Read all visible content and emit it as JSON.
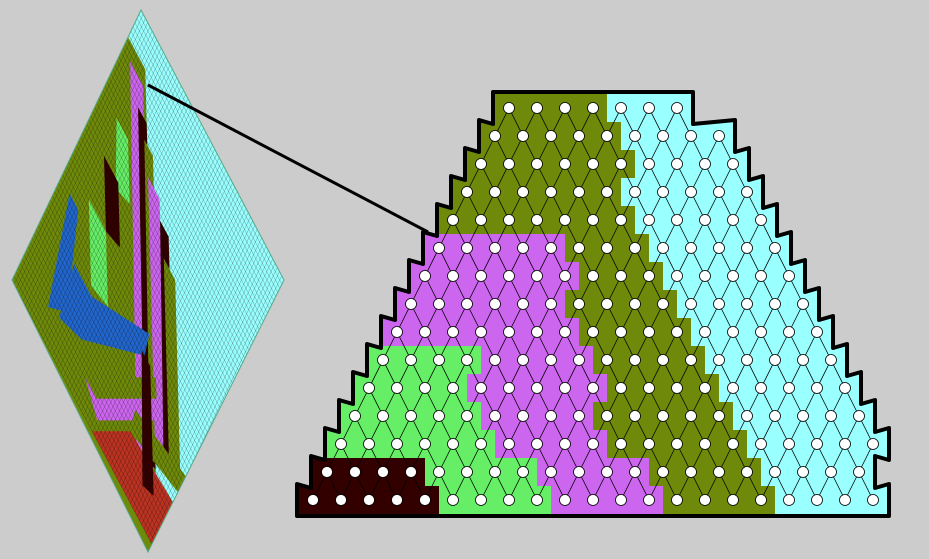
{
  "palette": {
    "background": "#cccccc",
    "cyan": "#99ffff",
    "olive": "#6f8a0a",
    "purple": "#cc66ee",
    "green": "#66ee66",
    "maroon": "#330000",
    "blue": "#2266cc",
    "red": "#bb3322",
    "outline": "#000000",
    "node_fill": "#ffffff"
  },
  "diagram": {
    "type": "tiling-zoom",
    "overview": {
      "shape": "rhombus",
      "grid_lines": 64
    },
    "zoom": {
      "shape": "stepped-trapezoid",
      "rows": [
        {
          "segments": [
            {
              "color": "olive",
              "count": 4
            },
            {
              "color": "cyan",
              "count": 3
            }
          ]
        },
        {
          "segments": [
            {
              "color": "olive",
              "count": 5
            },
            {
              "color": "cyan",
              "count": 4
            }
          ]
        },
        {
          "segments": [
            {
              "color": "olive",
              "count": 6
            },
            {
              "color": "cyan",
              "count": 4
            }
          ]
        },
        {
          "segments": [
            {
              "color": "olive",
              "count": 6
            },
            {
              "color": "cyan",
              "count": 5
            }
          ]
        },
        {
          "segments": [
            {
              "color": "olive",
              "count": 7
            },
            {
              "color": "cyan",
              "count": 5
            }
          ]
        },
        {
          "segments": [
            {
              "color": "purple",
              "count": 5
            },
            {
              "color": "olive",
              "count": 3
            },
            {
              "color": "cyan",
              "count": 5
            }
          ]
        },
        {
          "segments": [
            {
              "color": "purple",
              "count": 6
            },
            {
              "color": "olive",
              "count": 3
            },
            {
              "color": "cyan",
              "count": 5
            }
          ]
        },
        {
          "segments": [
            {
              "color": "purple",
              "count": 6
            },
            {
              "color": "olive",
              "count": 4
            },
            {
              "color": "cyan",
              "count": 5
            }
          ]
        },
        {
          "segments": [
            {
              "color": "purple",
              "count": 7
            },
            {
              "color": "olive",
              "count": 4
            },
            {
              "color": "cyan",
              "count": 5
            }
          ]
        },
        {
          "segments": [
            {
              "color": "green",
              "count": 4
            },
            {
              "color": "purple",
              "count": 4
            },
            {
              "color": "olive",
              "count": 4
            },
            {
              "color": "cyan",
              "count": 5
            }
          ]
        },
        {
          "segments": [
            {
              "color": "green",
              "count": 4
            },
            {
              "color": "purple",
              "count": 5
            },
            {
              "color": "olive",
              "count": 4
            },
            {
              "color": "cyan",
              "count": 5
            }
          ]
        },
        {
          "segments": [
            {
              "color": "green",
              "count": 5
            },
            {
              "color": "purple",
              "count": 4
            },
            {
              "color": "olive",
              "count": 5
            },
            {
              "color": "cyan",
              "count": 5
            }
          ]
        },
        {
          "segments": [
            {
              "color": "green",
              "count": 6
            },
            {
              "color": "purple",
              "count": 4
            },
            {
              "color": "olive",
              "count": 5
            },
            {
              "color": "cyan",
              "count": 5
            }
          ]
        },
        {
          "segments": [
            {
              "color": "maroon",
              "count": 4
            },
            {
              "color": "green",
              "count": 4
            },
            {
              "color": "purple",
              "count": 4
            },
            {
              "color": "olive",
              "count": 4
            },
            {
              "color": "cyan",
              "count": 4
            }
          ]
        },
        {
          "segments": [
            {
              "color": "maroon",
              "count": 5
            },
            {
              "color": "green",
              "count": 4
            },
            {
              "color": "purple",
              "count": 4
            },
            {
              "color": "olive",
              "count": 4
            },
            {
              "color": "cyan",
              "count": 4
            }
          ]
        }
      ]
    }
  }
}
